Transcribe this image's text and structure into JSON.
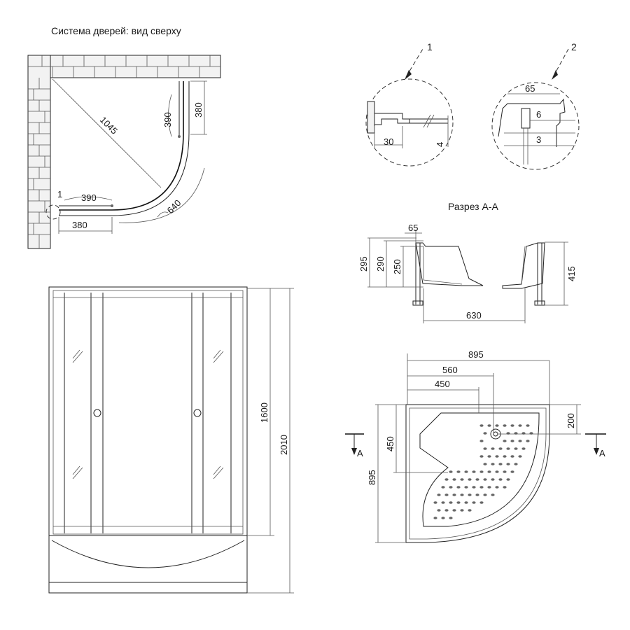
{
  "titles": {
    "top_view": "Система дверей: вид сверху",
    "section": "Разрез А-А"
  },
  "top_view": {
    "dim_diag": "1045",
    "dim_door_v": "390",
    "dim_panel_v": "380",
    "dim_door_h": "390",
    "dim_panel_h": "380",
    "dim_arc": "640",
    "callout": "1"
  },
  "details": {
    "callout_1": "1",
    "callout_2": "2",
    "d1_width": "30",
    "d1_thickness": "4",
    "d2_width": "65",
    "d2_step1": "6",
    "d2_step2": "3"
  },
  "section": {
    "dim_65": "65",
    "dim_295": "295",
    "dim_290": "290",
    "dim_250": "250",
    "dim_415": "415",
    "dim_630": "630"
  },
  "front": {
    "dim_1600": "1600",
    "dim_2010": "2010"
  },
  "tray": {
    "dim_895_top": "895",
    "dim_560": "560",
    "dim_450_top": "450",
    "dim_200": "200",
    "dim_450_side": "450",
    "dim_895_side": "895",
    "section_mark_left": "A",
    "section_mark_right": "A"
  }
}
